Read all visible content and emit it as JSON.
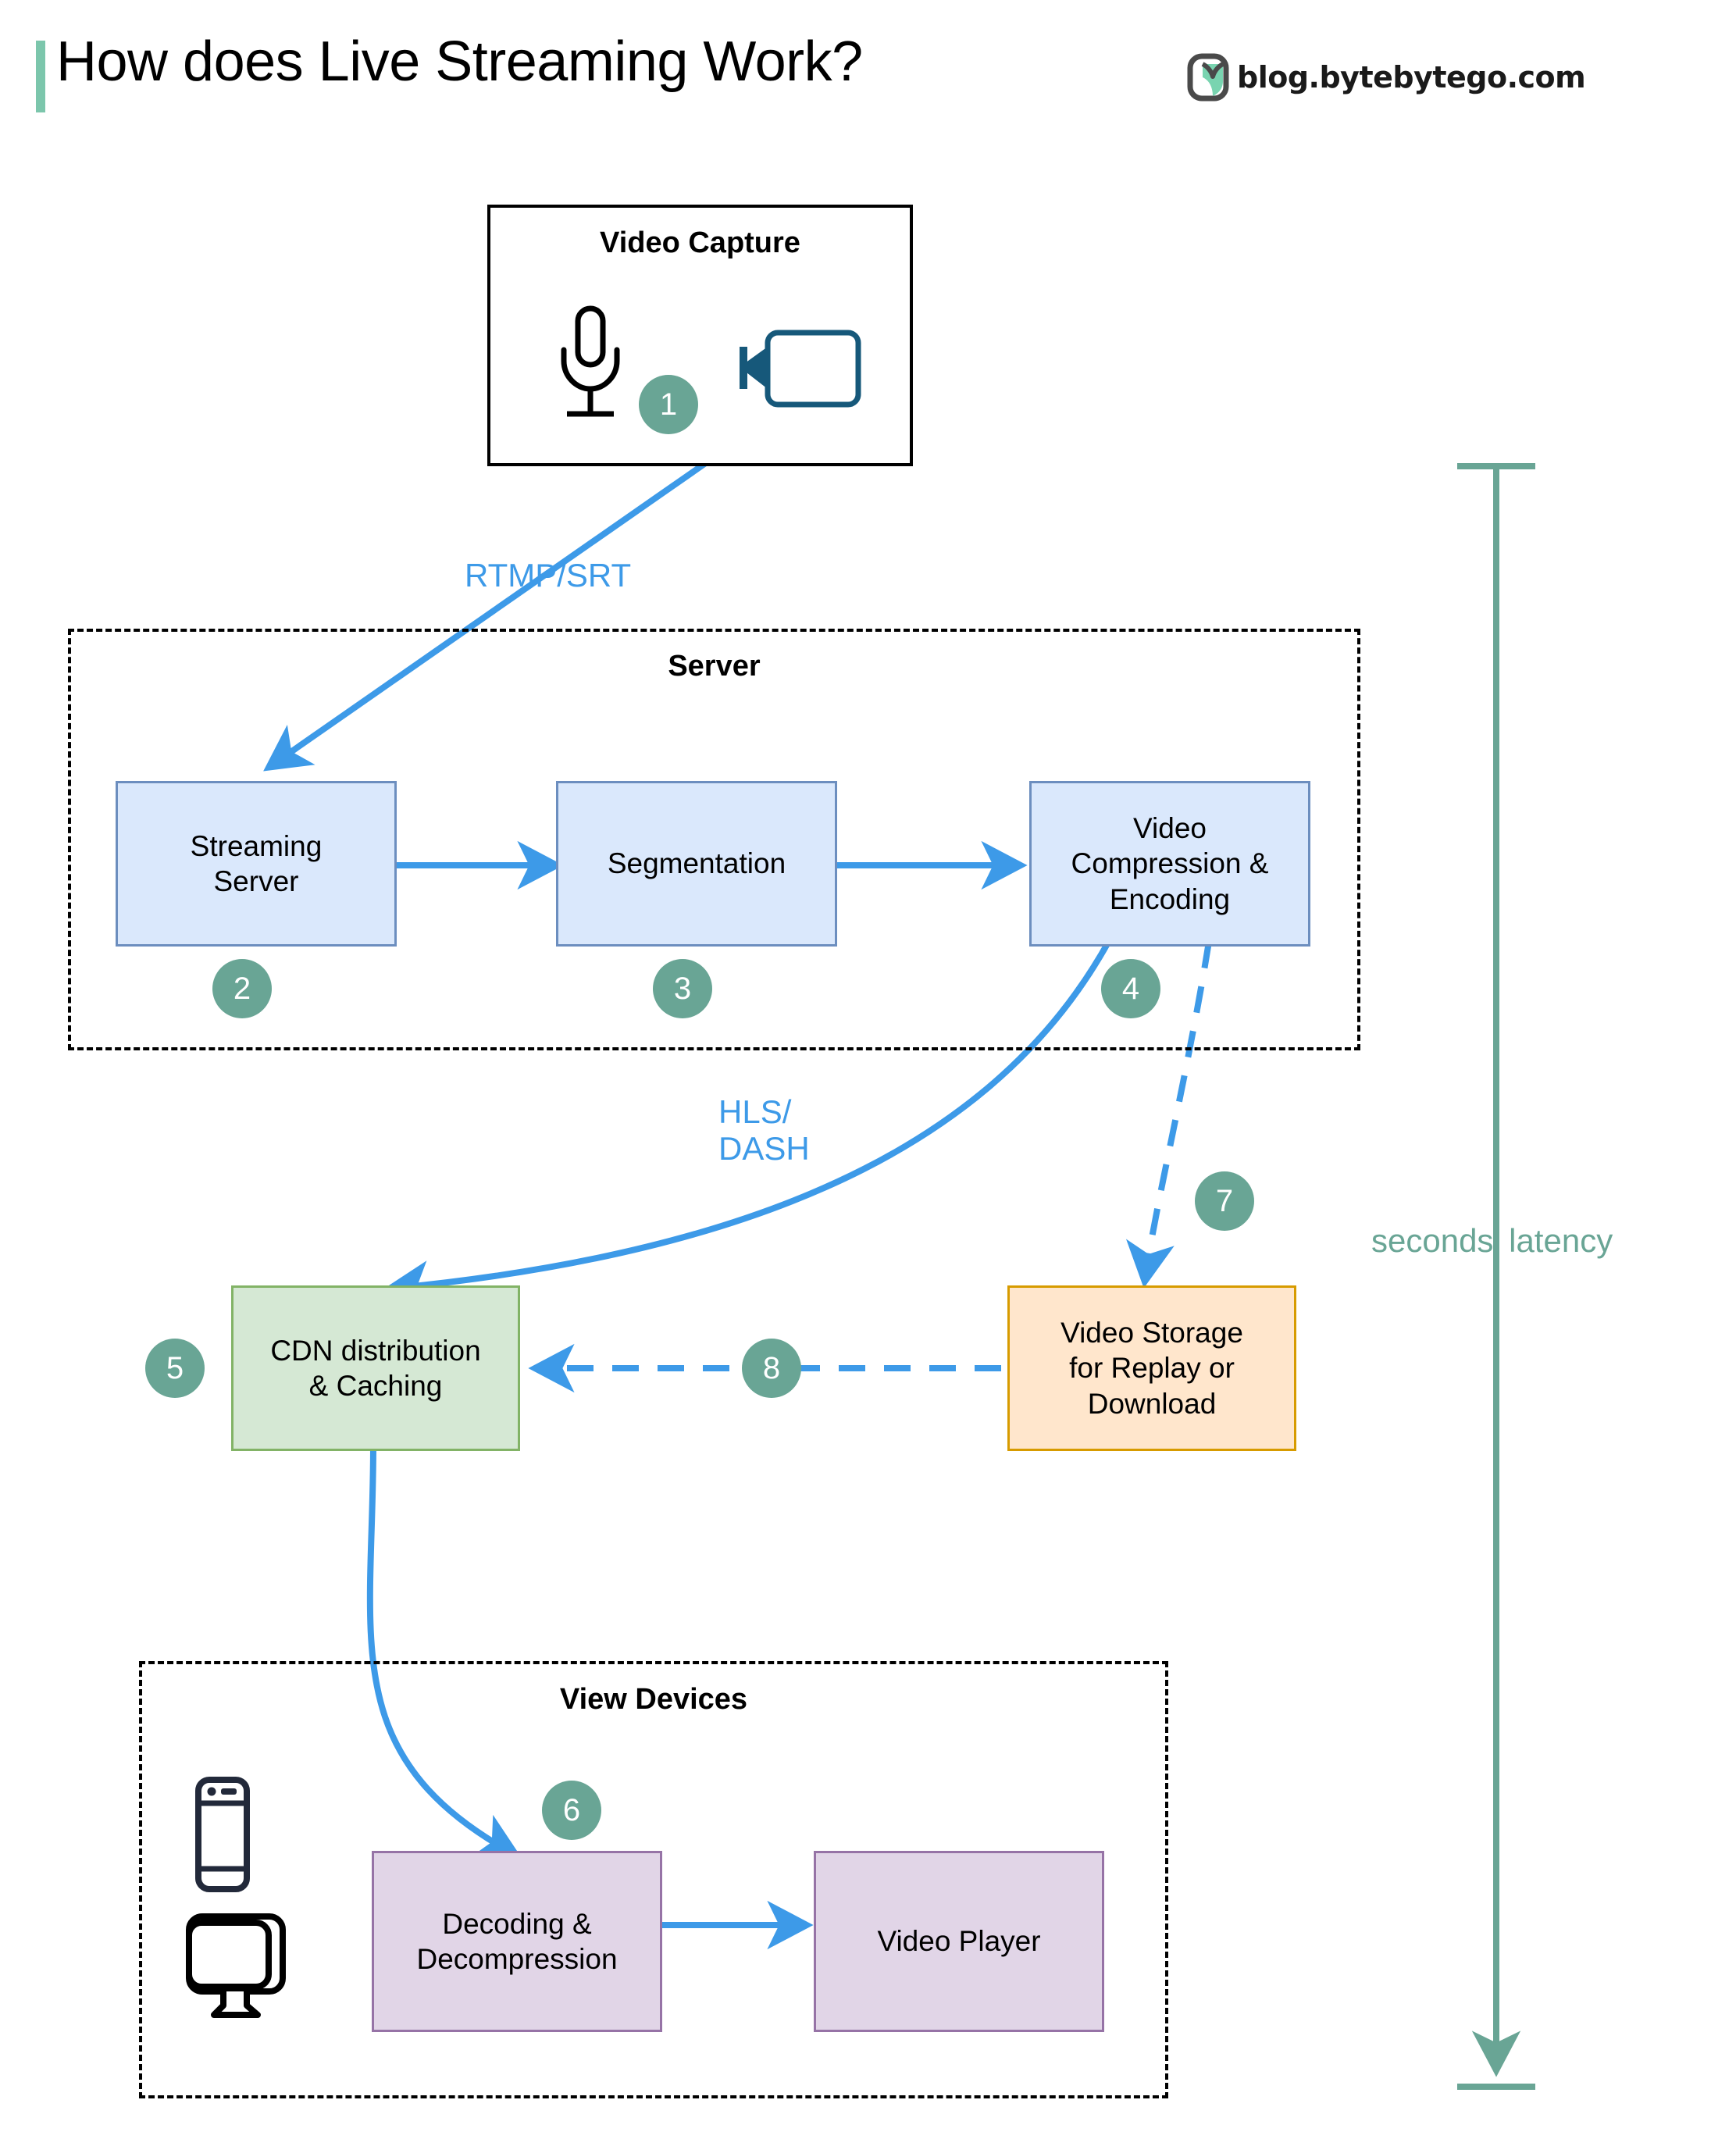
{
  "header": {
    "title": "How does Live Streaming Work?",
    "brand_text": "blog.bytebytego.com",
    "brand_logo_icon": "bytebytego-logo-icon",
    "accent_color": "#7CC6AC"
  },
  "groups": {
    "capture": {
      "title": "Video Capture",
      "style": "solid"
    },
    "server": {
      "title": "Server",
      "style": "dashed"
    },
    "view_devices": {
      "title": "View Devices",
      "style": "dashed"
    }
  },
  "capture_icons": {
    "microphone": "microphone-icon",
    "camera": "video-camera-icon"
  },
  "device_icons": {
    "phone": "mobile-phone-icon",
    "desktop": "desktop-monitor-icon"
  },
  "nodes": [
    {
      "id": "streaming-server",
      "label": "Streaming\nServer",
      "color": "blue"
    },
    {
      "id": "segmentation",
      "label": "Segmentation",
      "color": "blue"
    },
    {
      "id": "video-compression-encoding",
      "label": "Video\nCompression &\nEncoding",
      "color": "blue"
    },
    {
      "id": "cdn-distribution-caching",
      "label": "CDN distribution\n& Caching",
      "color": "green"
    },
    {
      "id": "video-storage",
      "label": "Video Storage\nfor Replay or\nDownload",
      "color": "orange"
    },
    {
      "id": "decoding-decompression",
      "label": "Decoding &\nDecompression",
      "color": "purple"
    },
    {
      "id": "video-player",
      "label": "Video Player",
      "color": "purple"
    }
  ],
  "badges": [
    {
      "n": "1"
    },
    {
      "n": "2"
    },
    {
      "n": "3"
    },
    {
      "n": "4"
    },
    {
      "n": "5"
    },
    {
      "n": "6"
    },
    {
      "n": "7"
    },
    {
      "n": "8"
    }
  ],
  "edge_labels": {
    "capture_to_server": "RTMP/SRT",
    "encoding_to_cdn": "HLS/\nDASH"
  },
  "latency": {
    "label": "seconds' latency",
    "color": "#69A595"
  },
  "colors": {
    "arrow_blue": "#3D9AE8",
    "node_blue_fill": "#DAE8FC",
    "node_blue_border": "#6C8EBF",
    "node_green_fill": "#D5E8D4",
    "node_green_border": "#82B366",
    "node_orange_fill": "#FFE6CC",
    "node_orange_border": "#D79B00",
    "node_purple_fill": "#E1D5E7",
    "node_purple_border": "#9673A6",
    "badge_green": "#69A595",
    "camera_outline": "#16587A"
  }
}
